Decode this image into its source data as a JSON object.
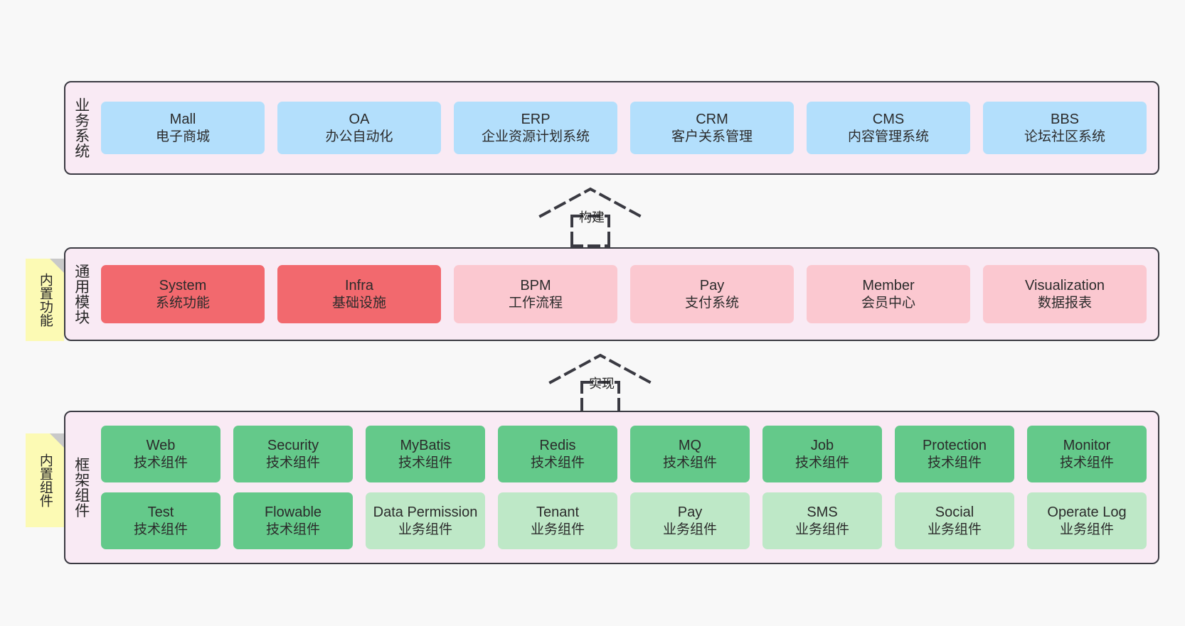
{
  "diagram": {
    "background": "#f8f8f8",
    "panel_bg": "#f9eaf4",
    "panel_border": "#3a3a42",
    "note_bg": "#fcfab4"
  },
  "layers": [
    {
      "id": "business",
      "title": "业务系统",
      "color": "#b3dffc",
      "rows": [
        [
          {
            "name": "Mall",
            "sub": "电子商城"
          },
          {
            "name": "OA",
            "sub": "办公自动化"
          },
          {
            "name": "ERP",
            "sub": "企业资源计划系统"
          },
          {
            "name": "CRM",
            "sub": "客户关系管理"
          },
          {
            "name": "CMS",
            "sub": "内容管理系统"
          },
          {
            "name": "BBS",
            "sub": "论坛社区系统"
          }
        ]
      ]
    },
    {
      "id": "module",
      "title": "通用模块",
      "colors": {
        "strong": "#f2696e",
        "soft": "#fbc8d0"
      },
      "rows": [
        [
          {
            "name": "System",
            "sub": "系统功能",
            "tone": "strong"
          },
          {
            "name": "Infra",
            "sub": "基础设施",
            "tone": "strong"
          },
          {
            "name": "BPM",
            "sub": "工作流程",
            "tone": "soft"
          },
          {
            "name": "Pay",
            "sub": "支付系统",
            "tone": "soft"
          },
          {
            "name": "Member",
            "sub": "会员中心",
            "tone": "soft"
          },
          {
            "name": "Visualization",
            "sub": "数据报表",
            "tone": "soft"
          }
        ]
      ]
    },
    {
      "id": "frame",
      "title": "框架组件",
      "colors": {
        "strong": "#64c98a",
        "soft": "#bee8c7"
      },
      "rows": [
        [
          {
            "name": "Web",
            "sub": "技术组件",
            "tone": "strong"
          },
          {
            "name": "Security",
            "sub": "技术组件",
            "tone": "strong"
          },
          {
            "name": "MyBatis",
            "sub": "技术组件",
            "tone": "strong"
          },
          {
            "name": "Redis",
            "sub": "技术组件",
            "tone": "strong"
          },
          {
            "name": "MQ",
            "sub": "技术组件",
            "tone": "strong"
          },
          {
            "name": "Job",
            "sub": "技术组件",
            "tone": "strong"
          },
          {
            "name": "Protection",
            "sub": "技术组件",
            "tone": "strong"
          },
          {
            "name": "Monitor",
            "sub": "技术组件",
            "tone": "strong"
          }
        ],
        [
          {
            "name": "Test",
            "sub": "技术组件",
            "tone": "strong"
          },
          {
            "name": "Flowable",
            "sub": "技术组件",
            "tone": "strong"
          },
          {
            "name": "Data Permission",
            "sub": "业务组件",
            "tone": "soft"
          },
          {
            "name": "Tenant",
            "sub": "业务组件",
            "tone": "soft"
          },
          {
            "name": "Pay",
            "sub": "业务组件",
            "tone": "soft"
          },
          {
            "name": "SMS",
            "sub": "业务组件",
            "tone": "soft"
          },
          {
            "name": "Social",
            "sub": "业务组件",
            "tone": "soft"
          },
          {
            "name": "Operate Log",
            "sub": "业务组件",
            "tone": "soft"
          }
        ]
      ]
    }
  ],
  "notes": [
    {
      "id": "builtin-func",
      "text": "内置功能"
    },
    {
      "id": "builtin-comp",
      "text": "内置组件"
    }
  ],
  "relations": [
    {
      "id": "build",
      "label": "构建",
      "from": "通用模块",
      "to": "业务系统"
    },
    {
      "id": "impl",
      "label": "实现",
      "from": "框架组件",
      "to": "通用模块"
    }
  ]
}
